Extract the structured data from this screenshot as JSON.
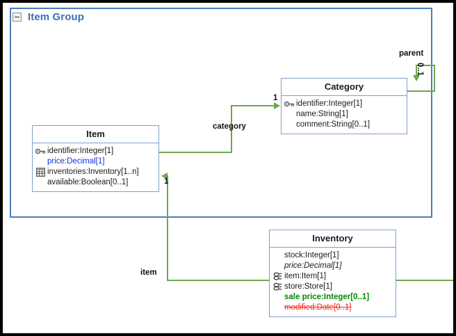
{
  "group": {
    "title": "Item Group",
    "collapse_icon": "minus-square-icon",
    "border_color": "#4a7ebb",
    "title_color": "#3b6fb6"
  },
  "classes": [
    {
      "id": "item",
      "name": "Item",
      "attributes": [
        {
          "icon": "key-icon",
          "text": "identifier:Integer[1]",
          "style": "normal"
        },
        {
          "icon": "none",
          "text": "price:Decimal[1]",
          "style": "blue"
        },
        {
          "icon": "table-icon",
          "text": "inventories:Inventory[1..n]",
          "style": "normal"
        },
        {
          "icon": "none",
          "text": "available:Boolean[0..1]",
          "style": "normal"
        }
      ]
    },
    {
      "id": "category",
      "name": "Category",
      "attributes": [
        {
          "icon": "key-icon",
          "text": "identifier:Integer[1]",
          "style": "normal"
        },
        {
          "icon": "none",
          "text": "name:String[1]",
          "style": "normal"
        },
        {
          "icon": "none",
          "text": "comment:String[0..1]",
          "style": "normal"
        }
      ]
    },
    {
      "id": "inventory",
      "name": "Inventory",
      "attributes": [
        {
          "icon": "none",
          "text": "stock:Integer[1]",
          "style": "normal"
        },
        {
          "icon": "none",
          "text": "price:Decimal[1]",
          "style": "italic"
        },
        {
          "icon": "link-icon",
          "text": "item:Item[1]",
          "style": "normal"
        },
        {
          "icon": "link-icon",
          "text": "store:Store[1]",
          "style": "normal"
        },
        {
          "icon": "none",
          "text": "sale price:Integer[0..1]",
          "style": "green"
        },
        {
          "icon": "none",
          "text": "modified:Date[0..1]",
          "style": "red"
        }
      ]
    }
  ],
  "associations": [
    {
      "id": "category-assoc",
      "label": "category",
      "multiplicity": "1",
      "color": "#6aa84f"
    },
    {
      "id": "parent-assoc",
      "label": "parent",
      "multiplicity": "0..1",
      "color": "#6aa84f"
    },
    {
      "id": "item-assoc",
      "label": "item",
      "multiplicity": "1",
      "color": "#6aa84f"
    }
  ],
  "colors": {
    "class_border": "#7d9fd1",
    "edge": "#6aa84f",
    "attr_blue": "#1132d6",
    "attr_green": "#008a00",
    "attr_red": "#e8281e",
    "canvas": "#ffffff",
    "frame": "#000000"
  }
}
